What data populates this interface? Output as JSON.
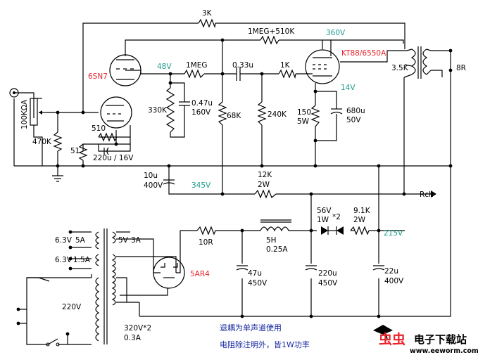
{
  "tubes": {
    "driver": "6SN7",
    "output": "KT88/6550A",
    "rectifier": "5AR4"
  },
  "voltages": {
    "driver_plate": "48V",
    "output_plate": "360V",
    "output_cathode": "14V",
    "b_plus_mid": "345V",
    "b_plus_driver": "215V"
  },
  "components": {
    "fb_resistor": "3K",
    "screen_resistor": "1MEG+510K",
    "volume_pot": "100KΩA",
    "input_grid": "470K",
    "cathode_51": "51",
    "cathode_510": "510",
    "cathode_cap": "220u / 16V",
    "plate_load": "330K",
    "plate_1meg": "1MEG",
    "cap_047": "0.47u",
    "cap_047_v": "160V",
    "coupling_cap": "0.33u",
    "grid_stop": "1K",
    "r68k": "68K",
    "r240k": "240K",
    "rk_150": "150",
    "rk_150_w": "5W",
    "ck_680": "680u",
    "ck_680_v": "50V",
    "ot_primary": "3.5K",
    "ot_secondary": "8R",
    "filter_10u": "10u",
    "filter_10u_v": "400V",
    "r12k": "12K",
    "r12k_w": "2W",
    "rch": "Rch",
    "r10r": "10R",
    "choke": "5H",
    "choke_a": "0.25A",
    "diode": "56V",
    "diode_w": "1W",
    "diode_n": "*2",
    "r91k": "9.1K",
    "r91k_w": "2W",
    "c47u": "47u",
    "c47u_v": "450V",
    "c220u": "220u",
    "c220u_v": "450V",
    "c22u": "22u",
    "c22u_v": "400V"
  },
  "transformer": {
    "w1": "6.3V",
    "w1_a": "5A",
    "w2": "6.3V",
    "w2_a": "1.5A",
    "w3": "5V",
    "w3_a": "3A",
    "primary": "220V",
    "hv": "320V*2",
    "hv_a": "0.3A"
  },
  "notes": {
    "line1": "退耦为单声道使用",
    "line2": "电阻除注明外，皆1W功率"
  },
  "logo": {
    "brand": "虫虫",
    "name": "电子下载站",
    "url": "www.eeworm.com"
  }
}
